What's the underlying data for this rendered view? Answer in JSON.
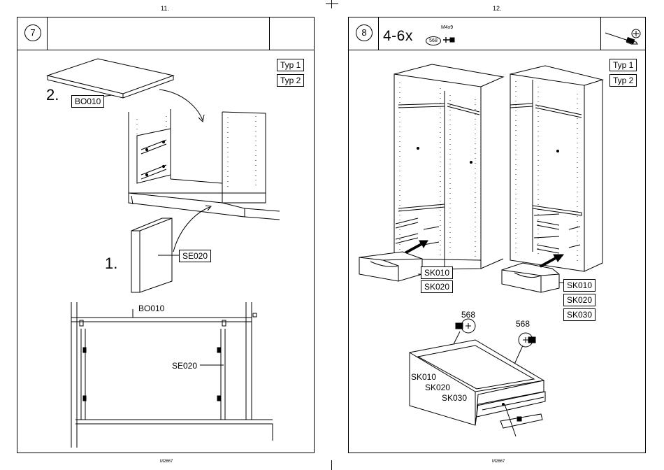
{
  "pages": {
    "left": {
      "page_number": "11.",
      "footer": "M2667",
      "step_number": "7",
      "type_tags": [
        "Typ 1",
        "Typ 2"
      ],
      "labels": {
        "step_2": "2.",
        "step_1": "1.",
        "top_panel": "BO010",
        "side_panel": "SE020",
        "detail_top": "BO010",
        "detail_side": "SE020"
      }
    },
    "right": {
      "page_number": "12.",
      "footer": "M2667",
      "step_number": "8",
      "quantity": "4-6x",
      "part_number": "568",
      "screw_spec": "M4x9",
      "type_tags": [
        "Typ 1",
        "Typ 2"
      ],
      "drawer_labels_a": [
        "SK010",
        "SK020"
      ],
      "drawer_labels_b": [
        "SK010",
        "SK020",
        "SK030"
      ],
      "screw_callouts": [
        "568",
        "568"
      ],
      "drawer_text": [
        "SK010",
        "SK020",
        "SK030"
      ]
    }
  },
  "icons": [
    "screwdriver-icon",
    "phillips-head-icon",
    "screw-icon"
  ]
}
